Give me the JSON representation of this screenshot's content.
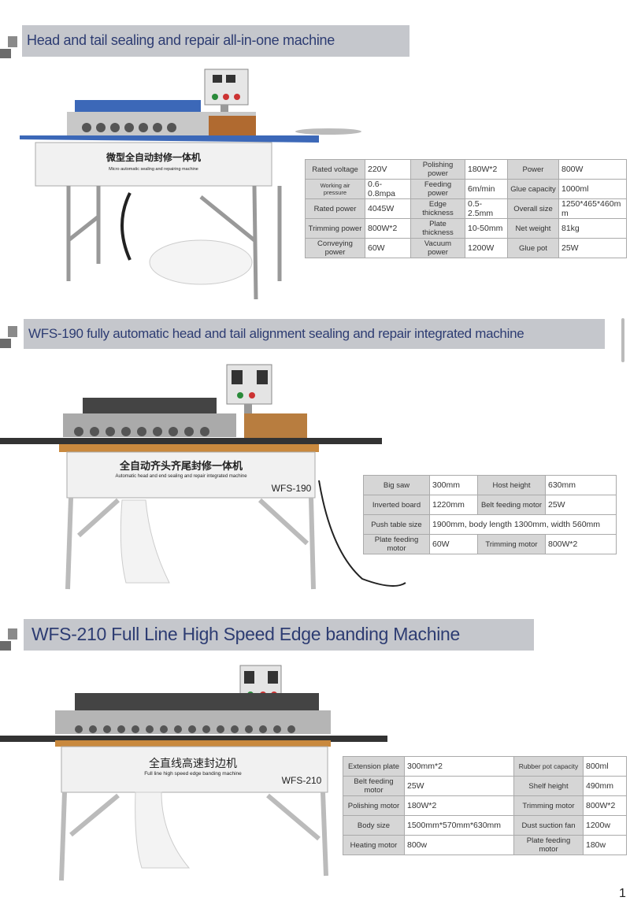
{
  "sections": [
    {
      "title": "Head and tail sealing and repair all-in-one machine",
      "machine_label_cn": "微型全自动封修一体机",
      "machine_label_en": "Micro automatic sealing and repairing machine",
      "specs": [
        [
          "Rated voltage",
          "220V",
          "Polishing power",
          "180W*2",
          "Power",
          "800W"
        ],
        [
          "Working air pressure",
          "0.6-0.8mpa",
          "Feeding power",
          "6m/min",
          "Glue capacity",
          "1000ml"
        ],
        [
          "Rated power",
          "4045W",
          "Edge thickness",
          "0.5-2.5mm",
          "Overall size",
          "1250*465*460mm"
        ],
        [
          "Trimming power",
          "800W*2",
          "Plate thickness",
          "10-50mm",
          "Net weight",
          "81kg"
        ],
        [
          "Conveying power",
          "60W",
          "Vacuum power",
          "1200W",
          "Glue pot",
          "25W"
        ]
      ]
    },
    {
      "title": "WFS-190 fully automatic head and tail alignment sealing and repair integrated machine",
      "machine_label_cn": "全自动齐头齐尾封修一体机",
      "machine_label_en": "Automatic head and end sealing and repair integrated machine",
      "machine_model": "WFS-190",
      "specs": [
        [
          "Big saw",
          "300mm",
          "Host height",
          "630mm"
        ],
        [
          "Inverted board",
          "1220mm",
          "Belt feeding motor",
          "25W"
        ],
        [
          "Push table size",
          "1900mm, body length 1300mm, width 560mm"
        ],
        [
          "Plate feeding motor",
          "60W",
          "Trimming motor",
          "800W*2"
        ]
      ]
    },
    {
      "title": "WFS-210 Full Line High Speed Edge banding Machine",
      "machine_label_cn": "全直线高速封边机",
      "machine_label_en": "Full line high speed edge banding machine",
      "machine_model": "WFS-210",
      "specs": [
        [
          "Extension plate",
          "300mm*2",
          "Rubber pot capacity",
          "800ml"
        ],
        [
          "Belt feeding motor",
          "25W",
          "Shelf height",
          "490mm"
        ],
        [
          "Polishing motor",
          "180W*2",
          "Trimming motor",
          "800W*2"
        ],
        [
          "Body size",
          "1500mm*570mm*630mm",
          "Dust suction fan",
          "1200w"
        ],
        [
          "Heating motor",
          "800w",
          "Plate feeding motor",
          "180w"
        ]
      ]
    }
  ],
  "page_number": "1",
  "colors": {
    "banner_bg": "#c5c7cc",
    "banner_text": "#2d3c72",
    "label_cell": "#d6d6d6"
  }
}
